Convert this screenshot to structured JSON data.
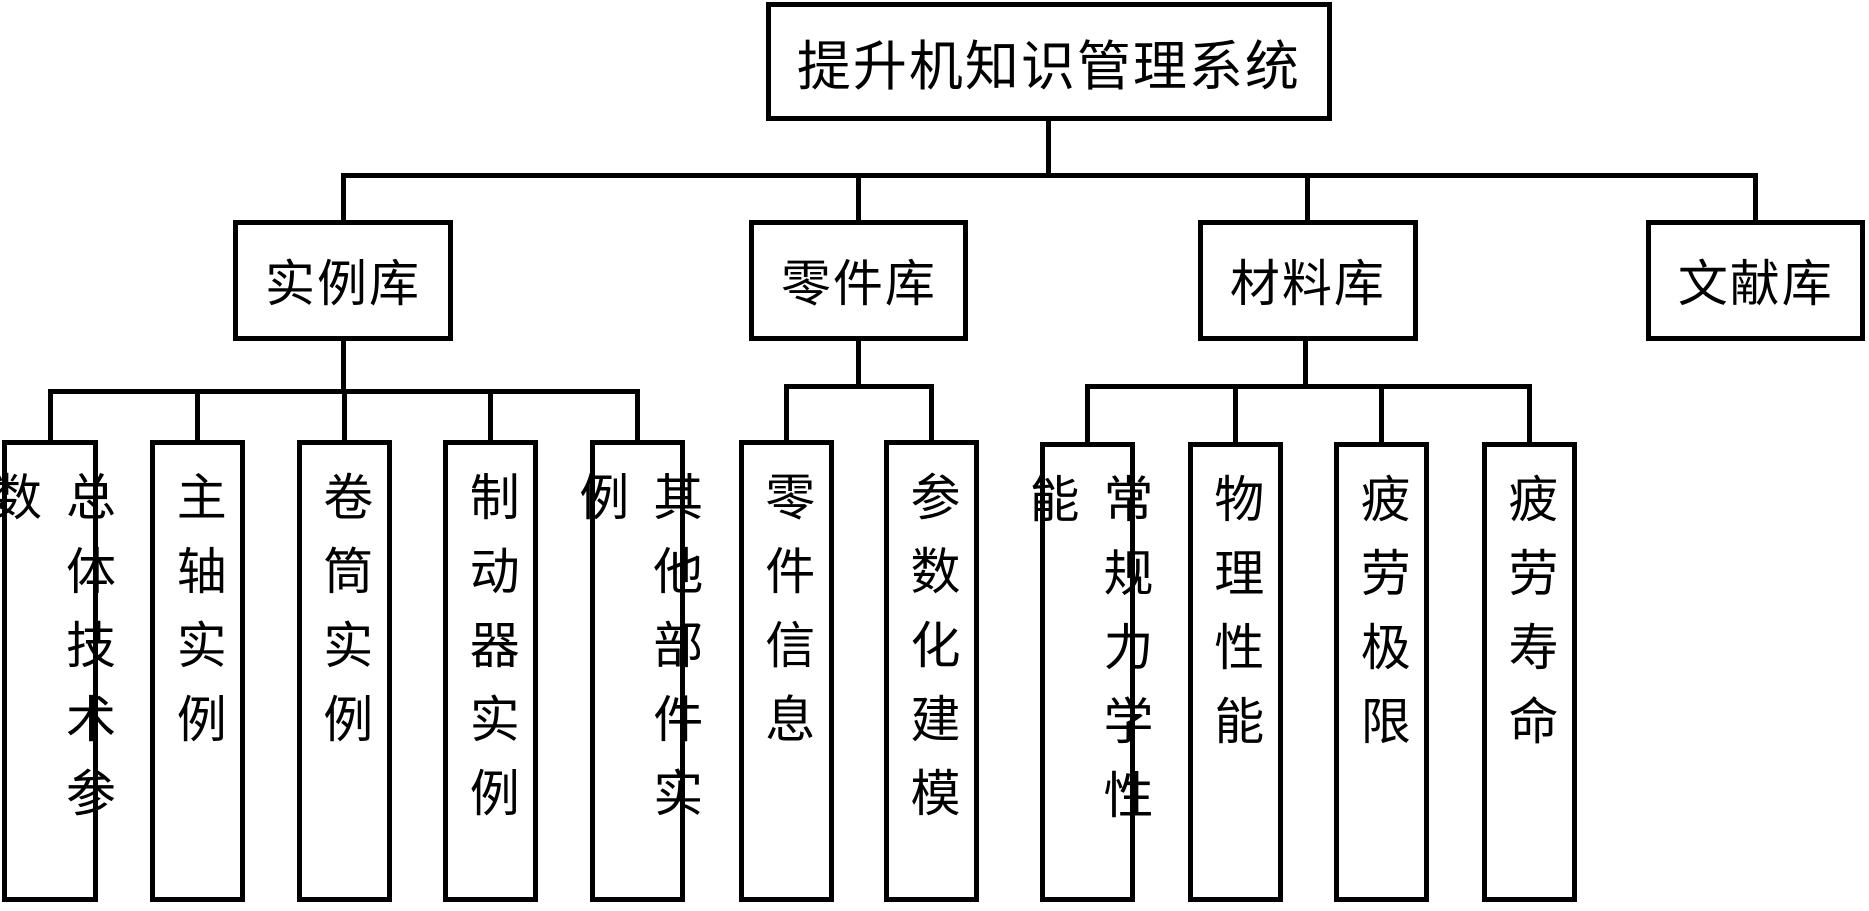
{
  "diagram": {
    "type": "tree",
    "root": {
      "label": "提升机知识管理系统",
      "children": [
        {
          "label": "实例库",
          "children": [
            {
              "label": "总体技术参数"
            },
            {
              "label": "主轴实例"
            },
            {
              "label": "卷筒实例"
            },
            {
              "label": "制动器实例"
            },
            {
              "label": "其他部件实例"
            }
          ]
        },
        {
          "label": "零件库",
          "children": [
            {
              "label": "零件信息"
            },
            {
              "label": "参数化建模"
            }
          ]
        },
        {
          "label": "材料库",
          "children": [
            {
              "label": "常规力学性能"
            },
            {
              "label": "物理性能"
            },
            {
              "label": "疲劳极限"
            },
            {
              "label": "疲劳寿命"
            }
          ]
        },
        {
          "label": "文献库",
          "children": []
        }
      ]
    }
  }
}
